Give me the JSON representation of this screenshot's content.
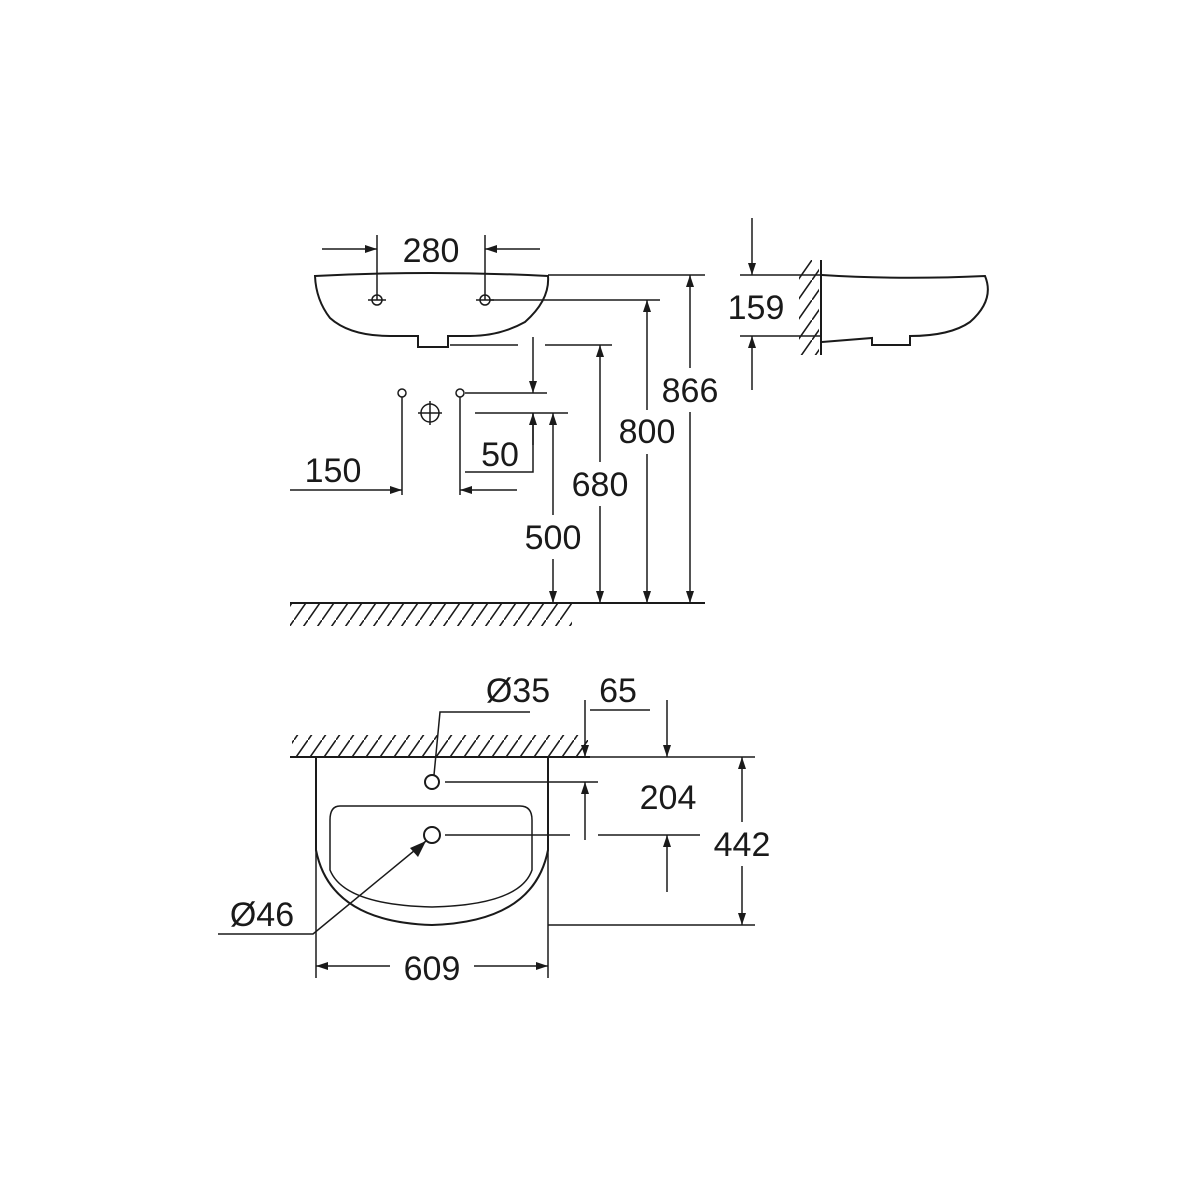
{
  "drawing": {
    "front_view": {
      "tap_hole_spacing": "280",
      "height_top_rim": "866",
      "height_tap_holes": "800",
      "height_drain": "680",
      "height_waste_outlet": "500",
      "supply_spacing": "150",
      "supply_offset": "50"
    },
    "side_view": {
      "basin_height": "159"
    },
    "plan_view": {
      "tap_hole_diameter": "Ø35",
      "tap_hole_from_wall": "65",
      "tap_to_drain": "204",
      "depth": "442",
      "drain_diameter": "Ø46",
      "width": "609"
    }
  }
}
